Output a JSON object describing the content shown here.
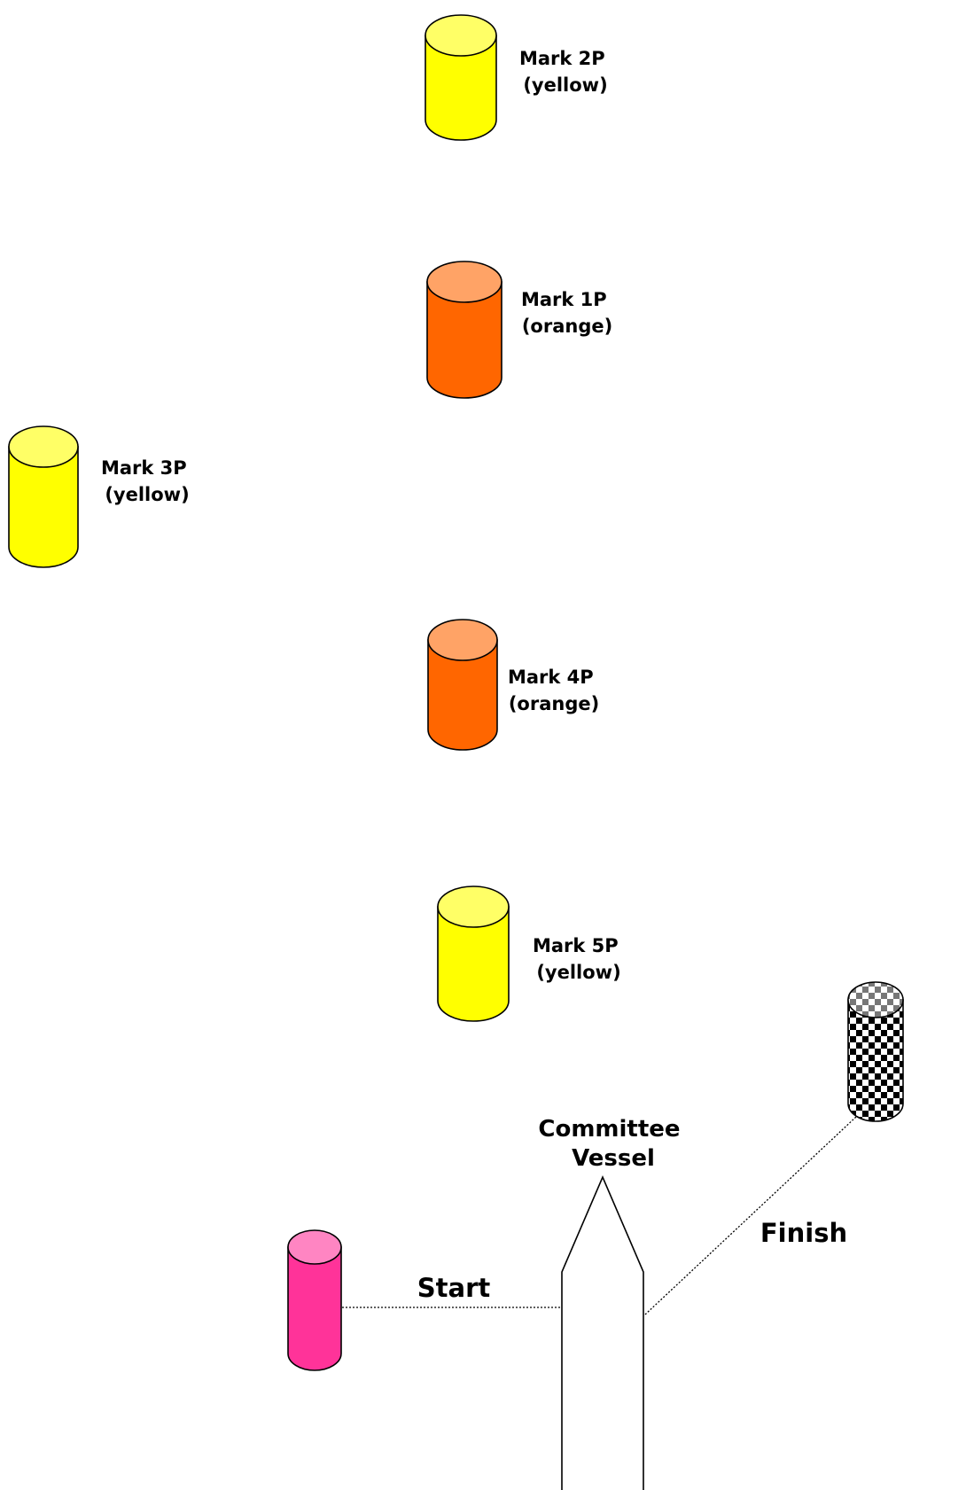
{
  "colors": {
    "yellow": "#ffff00",
    "yellow_top": "#ffff66",
    "orange": "#ff6600",
    "orange_top": "#ffa366",
    "pink": "#ff3399",
    "pink_top": "#ff85c2",
    "outline": "#000000"
  },
  "marks": {
    "m2p": {
      "name": "Mark 2P",
      "color": "(yellow)"
    },
    "m1p": {
      "name": "Mark 1P",
      "color": "(orange)"
    },
    "m3p": {
      "name": "Mark 3P",
      "color": "(yellow)"
    },
    "m4p": {
      "name": "Mark 4P",
      "color": "(orange)"
    },
    "m5p": {
      "name": "Mark 5P",
      "color": "(yellow)"
    }
  },
  "committee": {
    "line1": "Committee",
    "line2": "Vessel"
  },
  "start_label": "Start",
  "finish_label": "Finish"
}
